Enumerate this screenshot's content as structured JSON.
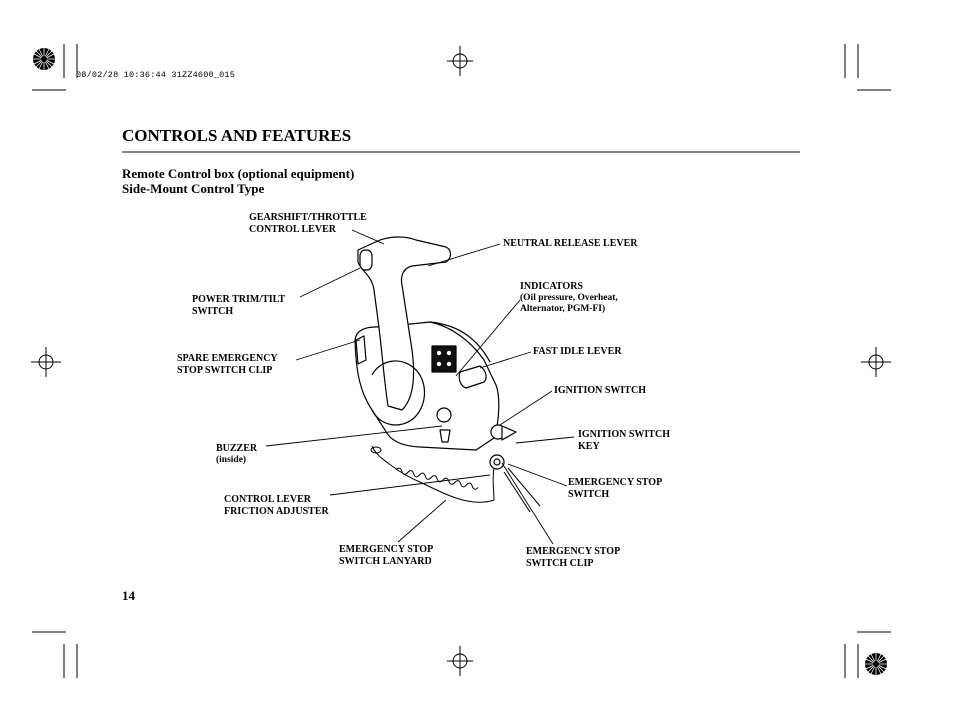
{
  "print_stamp": "08/02/28 10:36:44 31ZZ4600_015",
  "header": {
    "title": "CONTROLS AND FEATURES"
  },
  "section": {
    "line1": "Remote Control box (optional equipment)",
    "line2": "Side-Mount Control Type"
  },
  "labels": {
    "gearshift": [
      "GEARSHIFT/THROTTLE",
      "CONTROL LEVER"
    ],
    "neutral": [
      "NEUTRAL RELEASE LEVER"
    ],
    "indicators": [
      "INDICATORS",
      "(Oil pressure, Overheat,",
      "Alternator, PGM-FI)"
    ],
    "trim": [
      "POWER TRIM/TILT",
      "SWITCH"
    ],
    "spare": [
      "SPARE EMERGENCY",
      "STOP SWITCH CLIP"
    ],
    "fastidle": [
      "FAST IDLE LEVER"
    ],
    "ignition": [
      "IGNITION SWITCH"
    ],
    "ignkey": [
      "IGNITION SWITCH",
      "KEY"
    ],
    "buzzer": [
      "BUZZER",
      "(inside)"
    ],
    "estop": [
      "EMERGENCY STOP",
      "SWITCH"
    ],
    "friction": [
      "CONTROL LEVER",
      "FRICTION ADJUSTER"
    ],
    "lanyard": [
      "EMERGENCY STOP",
      "SWITCH LANYARD"
    ],
    "clip": [
      "EMERGENCY STOP",
      "SWITCH CLIP"
    ]
  },
  "page_number": "14"
}
